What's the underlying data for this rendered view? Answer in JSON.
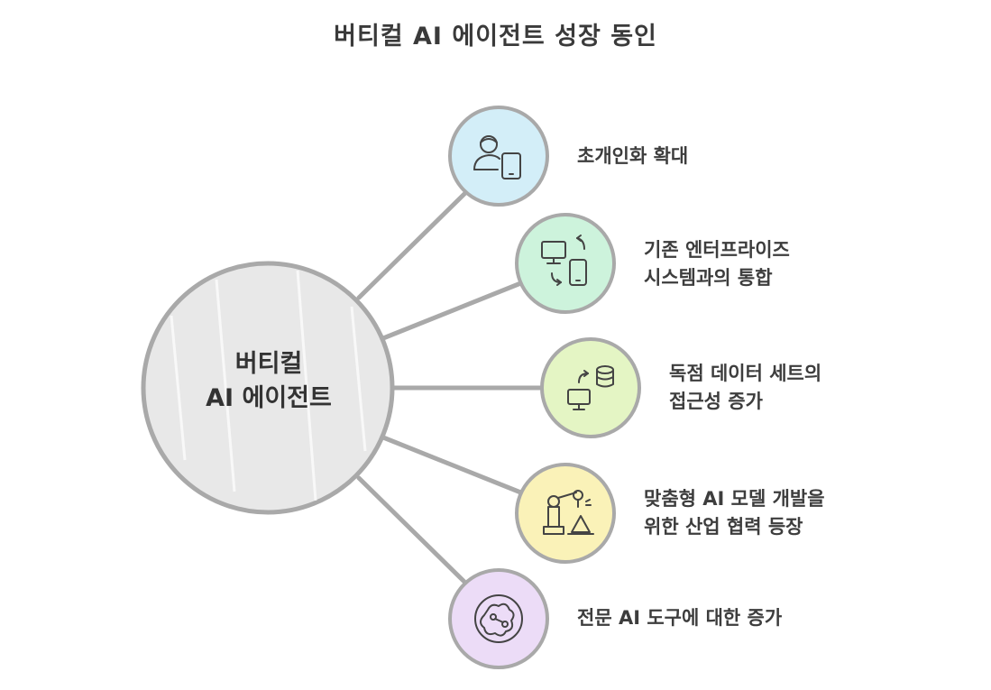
{
  "title": "버티컬 AI 에이전트 성장 동인",
  "center": {
    "line1": "버티컬",
    "line2": "AI 에이전트",
    "fill": "#e8e8e8"
  },
  "nodes": [
    {
      "icon": "person-tablet-icon",
      "fill": "#d3eef8",
      "line1": "초개인화 확대",
      "line2": ""
    },
    {
      "icon": "monitor-phone-sync-icon",
      "fill": "#cdf3dc",
      "line1": "기존 엔터프라이즈",
      "line2": "시스템과의 통합"
    },
    {
      "icon": "database-transfer-icon",
      "fill": "#e4f5c4",
      "line1": "독점 데이터 세트의",
      "line2": "접근성 증가"
    },
    {
      "icon": "robot-arm-icon",
      "fill": "#faf2b8",
      "line1": "맞춤형 AI 모델 개발을",
      "line2": "위한 산업 협력 등장"
    },
    {
      "icon": "gear-circuit-icon",
      "fill": "#ecdcf7",
      "line1": "전문 AI 도구에 대한 증가",
      "line2": ""
    }
  ],
  "colors": {
    "stroke": "#a9a9a9",
    "icon": "#444444"
  }
}
